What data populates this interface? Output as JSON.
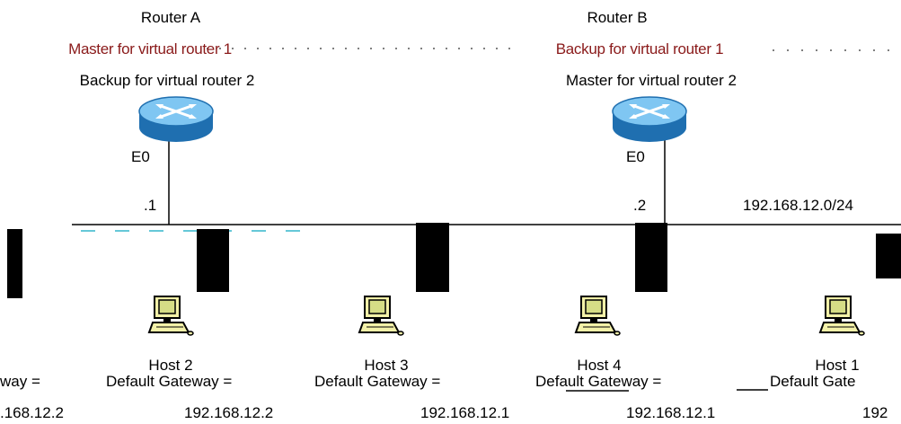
{
  "routers": [
    {
      "name": "Router A",
      "role_1": "Master for virtual router 1",
      "role_2": "Backup for virtual router 2",
      "interface": "E0",
      "address_suffix": ".1",
      "icon": "router-icon"
    },
    {
      "name": "Router B",
      "role_1": "Backup for virtual router 1",
      "role_2": "Master for virtual router 2",
      "interface": "E0",
      "address_suffix": ".2",
      "icon": "router-icon"
    }
  ],
  "network": {
    "subnet_label": "192.168.12.0/24"
  },
  "hosts": [
    {
      "name": "Host 2",
      "gateway_label": "Default Gateway =",
      "gateway_ip": "192.168.12.2",
      "icon": "computer-icon"
    },
    {
      "name": "Host 3",
      "gateway_label": "Default Gateway =",
      "gateway_ip": "192.168.12.1",
      "icon": "computer-icon"
    },
    {
      "name": "Host 4",
      "gateway_label": "Default Gateway =",
      "gateway_ip": "192.168.12.1",
      "icon": "computer-icon"
    },
    {
      "name": "Host 1",
      "gateway_label": "Default Gate",
      "gateway_ip": "192",
      "icon": "computer-icon"
    }
  ],
  "cutoff_left": {
    "gateway_label": "way =",
    "gateway_ip": ".168.12.2"
  },
  "colors": {
    "router_body": "#2f8fd6",
    "router_top": "#7fc6f2",
    "line": "#000000",
    "host_body": "#f3f1a8",
    "host_screen": "#d6dd86",
    "noise_red": "#cc2222",
    "noise_teal": "#66c8d8"
  }
}
